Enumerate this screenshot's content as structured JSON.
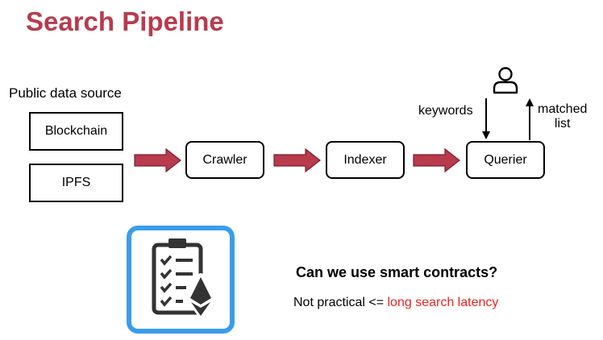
{
  "title": "Search Pipeline",
  "source_label": "Public data source",
  "sources": [
    "Blockchain",
    "IPFS"
  ],
  "stages": [
    "Crawler",
    "Indexer",
    "Querier"
  ],
  "user_labels": {
    "keywords": "keywords",
    "matched_line1": "matched",
    "matched_line2": "list"
  },
  "question": "Can we use smart contracts?",
  "answer": {
    "prefix": "Not practical <= ",
    "highlight": "long search latency"
  },
  "colors": {
    "title": "#b83b4e",
    "flow_arrow": "#b83b4e",
    "card_border": "#3b9cec",
    "highlight": "#e8231f"
  },
  "icons": [
    "user-icon",
    "clipboard-checklist-icon",
    "ethereum-icon"
  ]
}
